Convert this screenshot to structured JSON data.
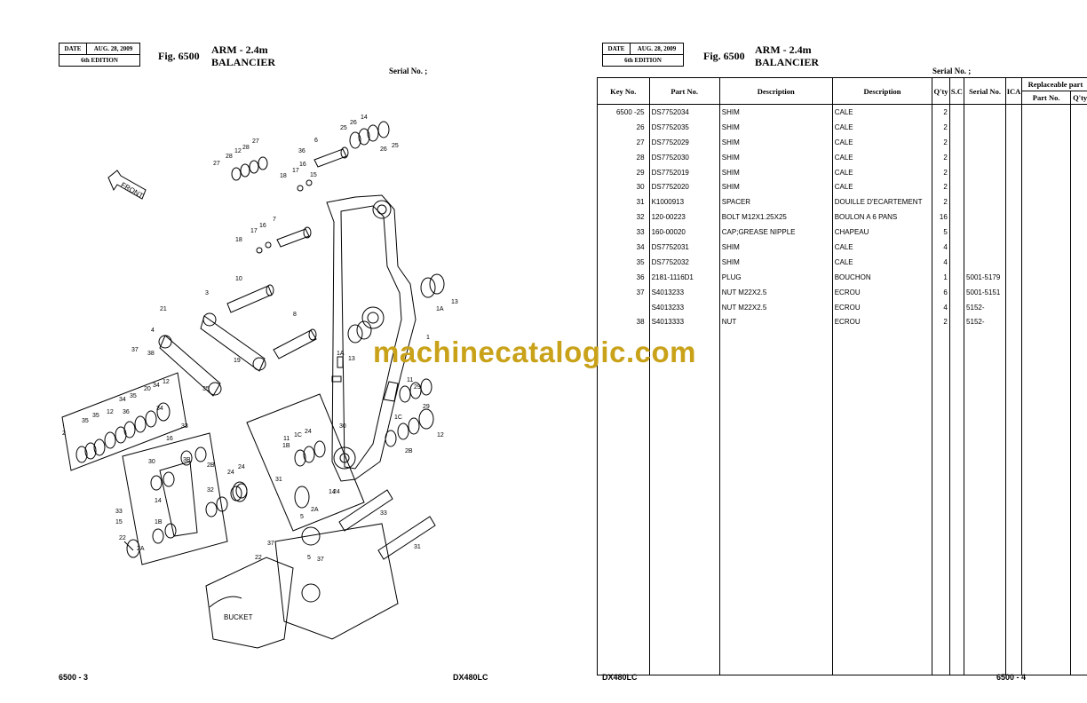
{
  "left": {
    "date_label": "DATE",
    "date_value": "AUG. 28, 2009",
    "edition": "6th EDITION",
    "fig_label": "Fig. 6500",
    "title_en": "ARM - 2.4m",
    "title_fr": "BALANCIER",
    "serial_label": "Serial No. ;",
    "footer_page": "6500 - 3",
    "footer_model": "DX480LC",
    "diagram_labels": [
      "14",
      "26",
      "25",
      "26",
      "25",
      "6",
      "27",
      "28",
      "12",
      "36",
      "16",
      "27",
      "28",
      "17",
      "18",
      "15",
      "7",
      "16",
      "17",
      "18",
      "10",
      "3",
      "1A",
      "13",
      "21",
      "8",
      "1",
      "4",
      "1A",
      "19",
      "37",
      "38",
      "13",
      "12",
      "34",
      "35",
      "20",
      "35",
      "34",
      "36",
      "12",
      "11",
      "29",
      "34",
      "35",
      "35",
      "16",
      "33",
      "1C",
      "29",
      "30",
      "1C",
      "11",
      "24",
      "12",
      "2",
      "30",
      "1B",
      "14",
      "2B",
      "3B",
      "2B",
      "14",
      "24",
      "24",
      "31",
      "2A",
      "32",
      "5",
      "33",
      "33",
      "15",
      "2A",
      "1B",
      "24",
      "22",
      "37",
      "22",
      "5",
      "31",
      "37"
    ],
    "front_label": "FRONT",
    "bucket_label": "BUCKET"
  },
  "right": {
    "date_label": "DATE",
    "date_value": "AUG. 28, 2009",
    "edition": "6th EDITION",
    "fig_label": "Fig. 6500",
    "title_en": "ARM - 2.4m",
    "title_fr": "BALANCIER",
    "serial_label": "Serial No. ;",
    "footer_page": "6500 - 4",
    "footer_model": "DX480LC",
    "headers": {
      "key": "Key No.",
      "part": "Part No.",
      "desc_en": "Description",
      "desc_fr": "Description",
      "qty": "Q'ty",
      "sc": "S.C",
      "serial": "Serial No.",
      "ica": "ICA",
      "replaceable": "Replaceable part",
      "rep_part": "Part No.",
      "rep_qty": "Q'ty"
    },
    "rows": [
      {
        "key": "6500 -25",
        "part": "DS7752034",
        "desc_en": "SHIM",
        "desc_fr": "CALE",
        "qty": "2",
        "serial": ""
      },
      {
        "key": "26",
        "part": "DS7752035",
        "desc_en": "SHIM",
        "desc_fr": "CALE",
        "qty": "2",
        "serial": ""
      },
      {
        "key": "27",
        "part": "DS7752029",
        "desc_en": "SHIM",
        "desc_fr": "CALE",
        "qty": "2",
        "serial": ""
      },
      {
        "key": "28",
        "part": "DS7752030",
        "desc_en": "SHIM",
        "desc_fr": "CALE",
        "qty": "2",
        "serial": ""
      },
      {
        "key": "29",
        "part": "DS7752019",
        "desc_en": "SHIM",
        "desc_fr": "CALE",
        "qty": "2",
        "serial": ""
      },
      {
        "key": "30",
        "part": "DS7752020",
        "desc_en": "SHIM",
        "desc_fr": "CALE",
        "qty": "2",
        "serial": ""
      },
      {
        "key": "31",
        "part": "K1000913",
        "desc_en": "SPACER",
        "desc_fr": "DOUILLE D'ECARTEMENT",
        "qty": "2",
        "serial": ""
      },
      {
        "key": "32",
        "part": "120-00223",
        "desc_en": "BOLT M12X1.25X25",
        "desc_fr": "BOULON A 6 PANS",
        "qty": "16",
        "serial": ""
      },
      {
        "key": "33",
        "part": "160-00020",
        "desc_en": "CAP;GREASE NIPPLE",
        "desc_fr": "CHAPEAU",
        "qty": "5",
        "serial": ""
      },
      {
        "key": "34",
        "part": "DS7752031",
        "desc_en": "SHIM",
        "desc_fr": "CALE",
        "qty": "4",
        "serial": ""
      },
      {
        "key": "35",
        "part": "DS7752032",
        "desc_en": "SHIM",
        "desc_fr": "CALE",
        "qty": "4",
        "serial": ""
      },
      {
        "key": "36",
        "part": "2181-1116D1",
        "desc_en": "PLUG",
        "desc_fr": "BOUCHON",
        "qty": "1",
        "serial": "5001-5179"
      },
      {
        "key": "37",
        "part": "S4013233",
        "desc_en": "NUT M22X2.5",
        "desc_fr": "ECROU",
        "qty": "6",
        "serial": "5001-5151"
      },
      {
        "key": "",
        "part": "S4013233",
        "desc_en": "NUT M22X2.5",
        "desc_fr": "ECROU",
        "qty": "4",
        "serial": "5152-"
      },
      {
        "key": "38",
        "part": "S4013333",
        "desc_en": "NUT",
        "desc_fr": "ECROU",
        "qty": "2",
        "serial": "5152-"
      }
    ]
  },
  "watermark": "machinecatalogic.com"
}
